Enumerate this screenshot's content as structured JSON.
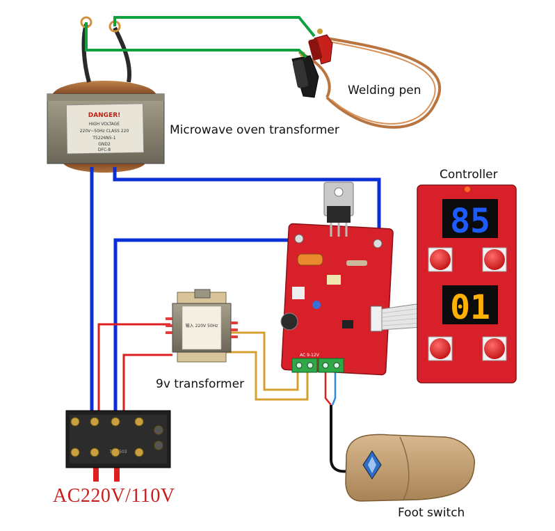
{
  "labels": {
    "welding_pen": "Welding pen",
    "mot": "Microwave oven transformer",
    "controller": "Controller",
    "transformer_9v": "9v transformer",
    "foot_switch": "Foot switch",
    "ac_input": "AC220V/110V"
  },
  "displays": {
    "top_value": "85",
    "bottom_value": "01",
    "top_color": "#1e5bff",
    "bottom_color": "#ffb000"
  },
  "transformer_plate": {
    "warning": "DANGER!",
    "line1": "HIGH VOLTAGE",
    "line2": "220V~50Hz CLASS 220",
    "line3": "T5226N5-1",
    "line4": "GND2",
    "line5": "DFC-8"
  },
  "small_transformer_text": "输入 220V 50Hz",
  "terminal_print": "TB-2503",
  "board_text": "AC 9-12V",
  "colors": {
    "wire_blue": "#0a2fd6",
    "wire_green": "#10a040",
    "wire_red": "#dd1f1f",
    "wire_orange": "#d6a030",
    "board_red": "#d8202a",
    "pedal": "#c8a57c"
  }
}
